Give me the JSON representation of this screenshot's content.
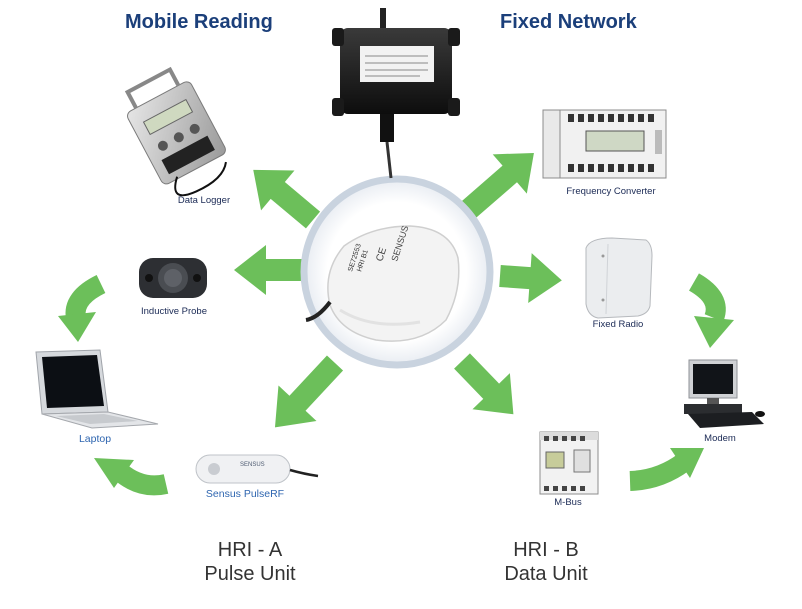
{
  "headings": {
    "mobile_reading": "Mobile Reading",
    "fixed_network": "Fixed Network"
  },
  "center_device": {
    "brand_text": "SENSUS",
    "marking": "CE",
    "code_line_1": "SE72553",
    "code_line_2": "HRI B1"
  },
  "devices": {
    "data_logger": "Data Logger",
    "inductive_probe": "Inductive Probe",
    "laptop": "Laptop",
    "pulse_rf": "Sensus PulseRF",
    "frequency_converter": "Frequency Converter",
    "fixed_radio": "Fixed Radio",
    "modem": "Modem",
    "mbus": "M-Bus"
  },
  "units": {
    "hri_a_line1": "HRI - A",
    "hri_a_line2": "Pulse Unit",
    "hri_b_line1": "HRI - B",
    "hri_b_line2": "Data Unit"
  },
  "colors": {
    "arrow_green": "#6cbf5a",
    "heading_blue": "#1b3f7a",
    "label_navy": "#1b2a55",
    "label_blue": "#2f66b0"
  }
}
